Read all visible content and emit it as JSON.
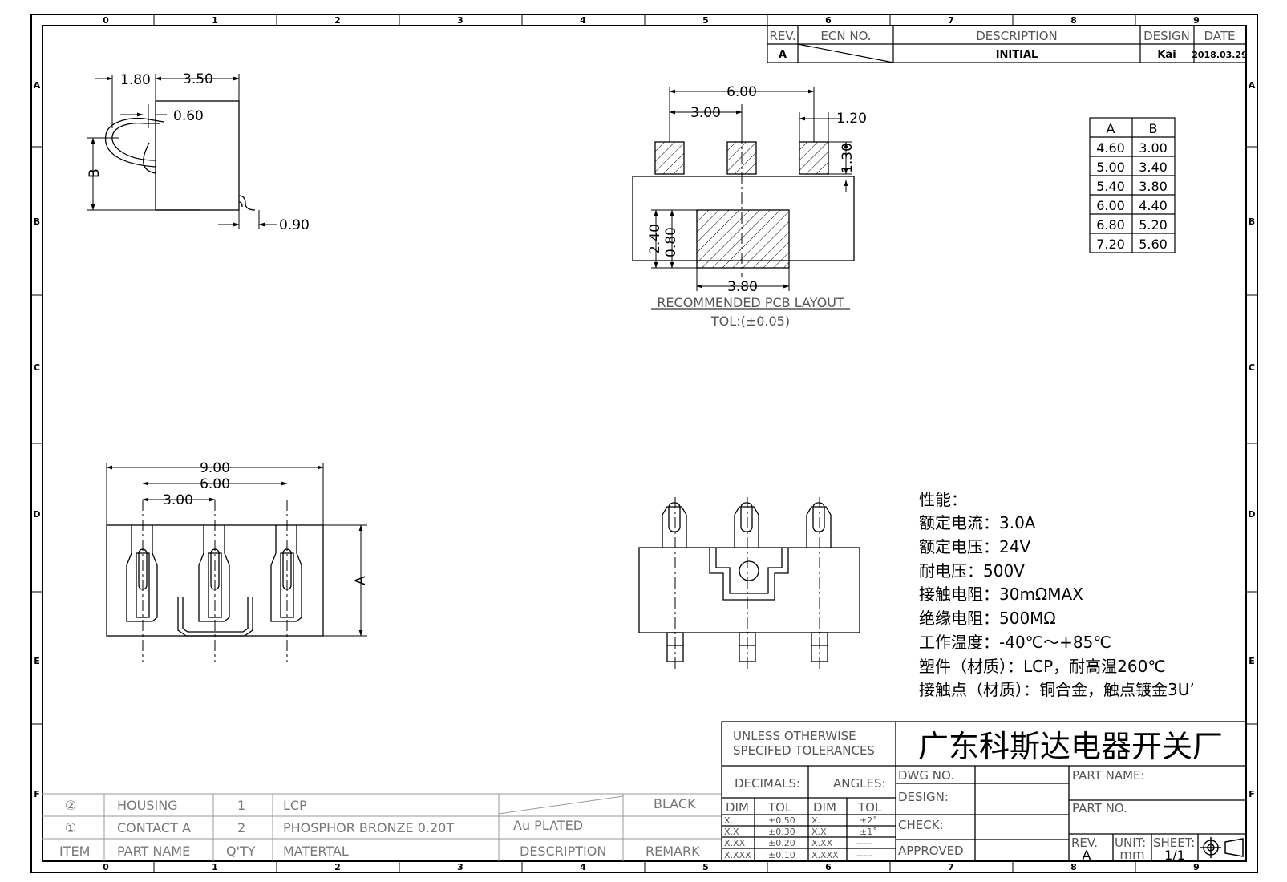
{
  "zones": {
    "cols": [
      "0",
      "1",
      "2",
      "3",
      "4",
      "5",
      "6",
      "7",
      "8",
      "9"
    ],
    "rows": [
      "A",
      "B",
      "C",
      "D",
      "E",
      "F"
    ]
  },
  "revision_table": {
    "headers": [
      "REV.",
      "ECN NO.",
      "DESCRIPTION",
      "DESIGN",
      "DATE"
    ],
    "row": {
      "rev": "A",
      "description": "INITIAL",
      "design": "Kai",
      "date": "2018.03.29"
    }
  },
  "side_view": {
    "dims": {
      "d180": "1.80",
      "d350": "3.50",
      "d060": "0.60",
      "d090": "0.90",
      "b": "B"
    }
  },
  "pcb_layout": {
    "dims": {
      "d600": "6.00",
      "d300": "3.00",
      "d120": "1.20",
      "d130": "1.30",
      "d240": "2.40",
      "d080": "0.80",
      "d380": "3.80"
    },
    "title": "RECOMMENDED PCB LAYOUT",
    "tolerance": "TOL:(±0.05)"
  },
  "ab_table": {
    "headers": [
      "A",
      "B"
    ],
    "rows": [
      [
        "4.60",
        "3.00"
      ],
      [
        "5.00",
        "3.40"
      ],
      [
        "5.40",
        "3.80"
      ],
      [
        "6.00",
        "4.40"
      ],
      [
        "6.80",
        "5.20"
      ],
      [
        "7.20",
        "5.60"
      ]
    ]
  },
  "top_view": {
    "dims": {
      "d900": "9.00",
      "d600": "6.00",
      "d300": "3.00",
      "a": "A"
    }
  },
  "specs": {
    "title": "性能：",
    "lines": [
      "额定电流：3.0A",
      "额定电压：24V",
      "耐电压：500V",
      "接触电阻：30mΩMAX",
      "绝缘电阻：500MΩ",
      "工作温度：-40℃～+85℃",
      "塑件（材质）：LCP，耐高温260℃",
      "接触点（材质）：铜合金，触点镀金3U’"
    ]
  },
  "bom": {
    "rows": [
      {
        "item": "②",
        "name": "HOUSING",
        "qty": "1",
        "material": "LCP",
        "description": "",
        "remark": "BLACK"
      },
      {
        "item": "①",
        "name": "CONTACT A",
        "qty": "2",
        "material": "PHOSPHOR BRONZE 0.20T",
        "description": "Au PLATED",
        "remark": ""
      }
    ],
    "header": {
      "item": "ITEM",
      "name": "PART NAME",
      "qty": "Q'TY",
      "material": "MATERTAL",
      "description": "DESCRIPTION",
      "remark": "REMARK"
    }
  },
  "title_block": {
    "tolerance_note_1": "UNLESS OTHERWISE",
    "tolerance_note_2": "SPECIFED TOLERANCES",
    "company": "广东科斯达电器开关厂",
    "decimals": "DECIMALS:",
    "angles": "ANGLES:",
    "dim": "DIM",
    "tol": "TOL",
    "decimal_rows": [
      [
        "X.",
        "±0.50"
      ],
      [
        "X.X",
        "±0.30"
      ],
      [
        "X.XX",
        "±0.20"
      ],
      [
        "X.XXX",
        "±0.10"
      ]
    ],
    "angle_rows": [
      [
        "X.",
        "±2˚"
      ],
      [
        "X.X",
        "±1˚"
      ],
      [
        "X.XX",
        "-----"
      ],
      [
        "X.XXX",
        "-----"
      ]
    ],
    "dwg_no": "DWG NO.",
    "design": "DESIGN:",
    "check": "CHECK:",
    "approved": "APPROVED",
    "part_name": "PART NAME:",
    "part_no": "PART NO.",
    "rev_label": "REV.",
    "rev_value": "A",
    "unit_label": "UNIT:",
    "unit_value": "mm",
    "sheet_label": "SHEET:",
    "sheet_value": "1/1"
  }
}
